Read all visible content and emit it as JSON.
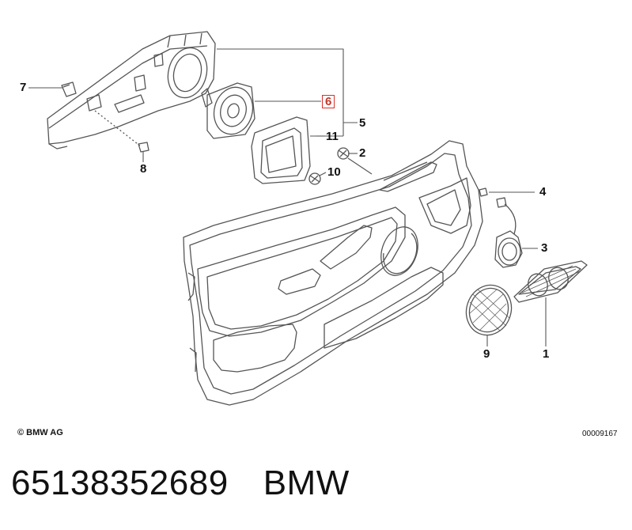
{
  "callouts": {
    "c1": "1",
    "c2": "2",
    "c3": "3",
    "c4": "4",
    "c5": "5",
    "c6": "6",
    "c7": "7",
    "c8": "8",
    "c9": "9",
    "c10": "10",
    "c11": "11"
  },
  "highlighted_callout": "6",
  "copyright": "© BMW AG",
  "diagram_id": "00009167",
  "footer": {
    "part_number": "65138352689",
    "brand": "BMW"
  },
  "colors": {
    "line": "#555555",
    "highlight": "#d9302b",
    "background": "#ffffff"
  }
}
